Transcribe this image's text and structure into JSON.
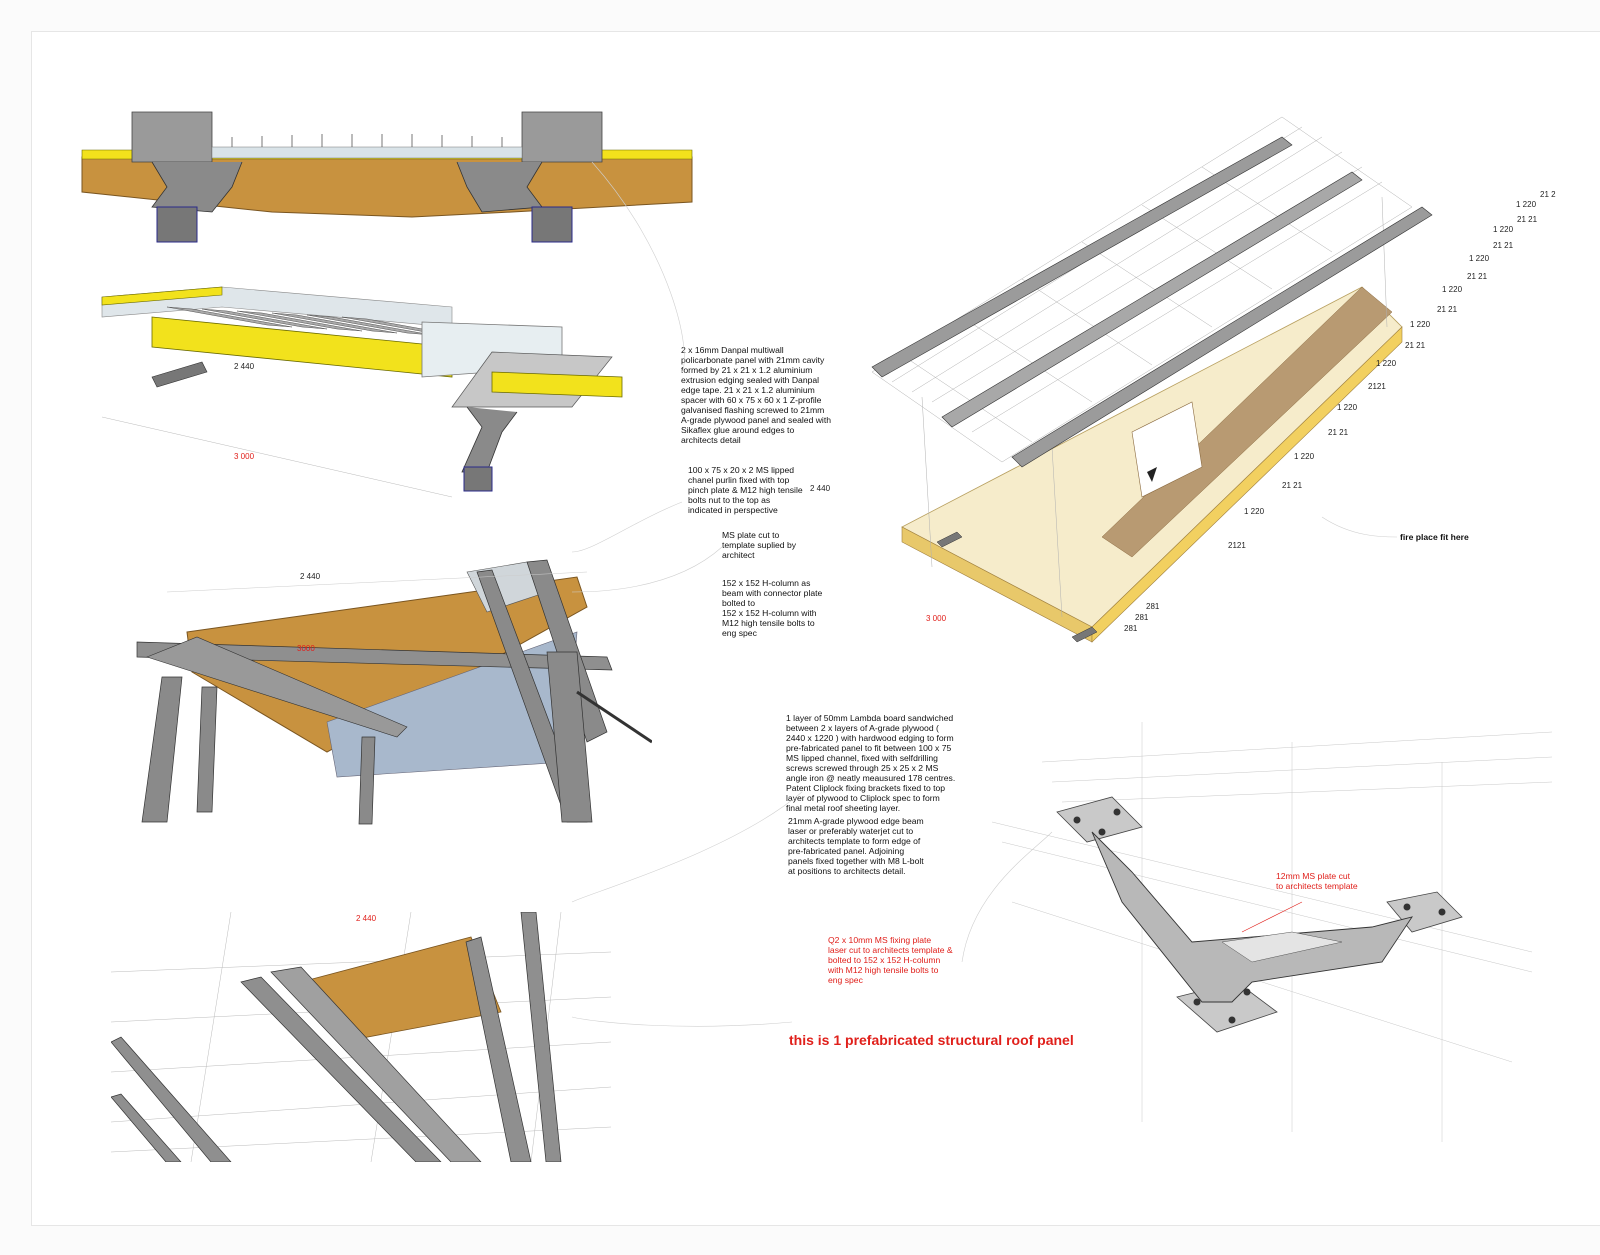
{
  "notes": {
    "danpal": "2 x 16mm Danpal multiwall\npolicarbonate panel with 21mm cavity\nformed by 21 x 21 x 1.2 aluminium\nextrusion edging sealed with Danpal\nedge tape. 21 x 21 x 1.2 aluminium\nspacer with 60 x 75 x 60 x 1 Z-profile\ngalvanised flashing screwed to 21mm\nA-grade plywood panel and sealed with\nSikaflex glue around edges to\narchitects detail",
    "purlin": "100 x 75 x 20 x 2 MS lipped\nchanel purlin fixed with top\npinch plate & M12 high tensile\nbolts nut to the top as\nindicated in perspective",
    "ms_plate": "MS plate cut to\ntemplate suplied by\narchitect",
    "h_column": "152 x 152 H-column as\nbeam with connector plate\nbolted to\n152 x 152 H-column with\nM12 high tensile bolts to\neng spec",
    "lambda": "1 layer of 50mm Lambda board sandwiched\nbetween 2 x layers of A-grade plywood (\n2440 x 1220 ) with hardwood edging to form\npre-fabricated panel to fit between 100 x 75\nMS lipped channel, fixed with selfdrilling\nscrews screwed through 25 x 25 x 2 MS\nangle iron @ neatly meausured 178 centres.\nPatent Cliplock fixing brackets fixed to top\nlayer of plywood to Cliplock spec to form\nfinal metal roof sheeting layer.",
    "edge_beam": "21mm A-grade plywood edge beam\nlaser or preferably waterjet cut to\narchitects template to form edge of\npre-fabricated panel. Adjoining\npanels fixed together with M8 L-bolt\nat positions to architects detail.",
    "plate_12mm": "12mm MS plate cut\nto architects template",
    "fixing_plate": "Q2 x 10mm  MS fixing plate\nlaser cut to architects template &\nbolted to 152 x 152 H-column\nwith M12 high tensile bolts to\neng spec",
    "fireplace": "fire place fit here",
    "headline": "this is 1 prefabricated structural roof panel"
  },
  "dims": {
    "d2440_a": "2 440",
    "d3000_red_a": "3 000",
    "d2440_b": "2 440",
    "d3000_red_b": "3 000",
    "d3000_view3": "3000",
    "d2440_red": "2 440",
    "d281_a": "281",
    "d281_b": "281",
    "d281_c": "281",
    "stack": [
      "21 2",
      "1 220",
      "21 21",
      "1 220",
      "21 21",
      "1 220",
      "21 21",
      "1 220",
      "21 21",
      "1 220",
      "21 21",
      "1 220",
      "2121",
      "1 220",
      "21 21",
      "1 220",
      "21 21",
      "1 220",
      "2121"
    ]
  },
  "colors": {
    "ply": "#c8923f",
    "ply_light": "#f6eccb",
    "steel": "#8f8f8f",
    "steel_dark": "#5e5e5e",
    "yellow_edge": "#f2e21c",
    "accent_red": "#e0201b",
    "glass_blue": "#a8b8cc"
  }
}
